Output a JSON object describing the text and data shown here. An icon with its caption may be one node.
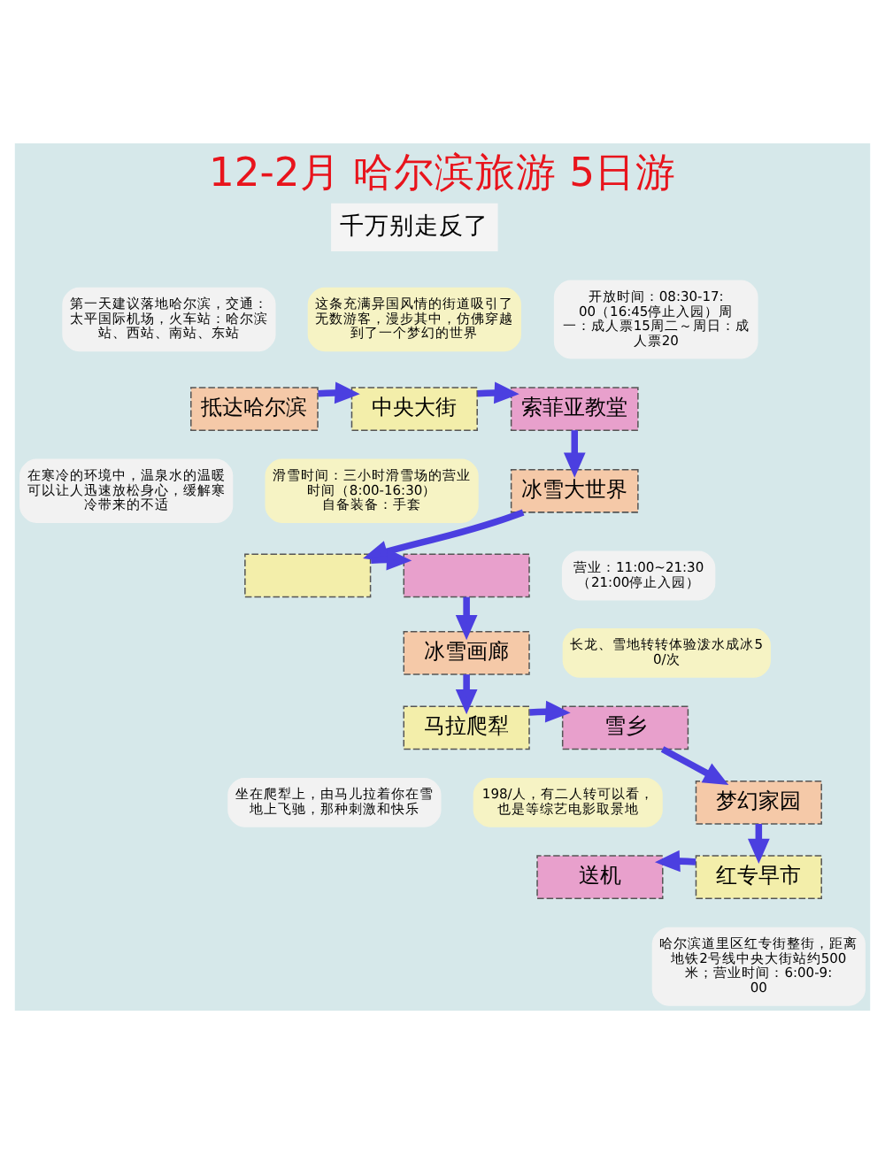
{
  "diagram": {
    "title": "12-2月 哈尔滨旅游 5日游",
    "nodes": [
      {
        "text": [
          "抵达哈尔滨"
        ]
      },
      {
        "text": [
          "中央大街"
        ]
      },
      {
        "text": [
          "索菲亚教堂"
        ]
      },
      {
        "text": [
          "冰雪大世界"
        ]
      },
      {
        "text": [],
        "shape": "box"
      },
      {
        "text": [],
        "shape": "box"
      },
      {
        "text": [
          "冰雪画廊"
        ]
      },
      {
        "text": [
          "马拉爬犁"
        ]
      },
      {
        "text": [
          "雪乡"
        ]
      },
      {
        "text": [
          "梦幻家园"
        ]
      },
      {
        "text": [
          "红专早市"
        ]
      },
      {
        "text": [
          "送机"
        ]
      },
      {
        "text": [
          "第一天建议落地哈尔滨，交通：太平国际机场，火车站：哈尔滨站、西站、南站、东站"
        ]
      },
      {
        "text": [
          "这条充满异国风情的街道吸引了无数游客，漫步其中，仿佛穿越到了一个梦幻的世界"
        ]
      },
      {
        "text": [
          "开放时间：08:30-17:00（16:45停止入园）周一：成人票15周二～周日：成人票20"
        ]
      },
      {
        "text": [
          "在寒冷的环境中，温泉水的温暖可以让人迅速放松身心，缓解寒冷带来的不适"
        ]
      },
      {
        "text": [
          "滑雪时间：三小时滑雪场的营业时间（8:00-16:30）自备装备：手套"
        ]
      },
      {
        "text": [
          "营业：11:00~21:30（21:00停止入园）"
        ]
      },
      {
        "text": [
          "长龙、雪地转转体验泼水成冰50/次"
        ]
      },
      {
        "text": [
          "坐在爬犁上，由马儿拉着你在雪地上飞驰，那种刺激和快乐"
        ]
      },
      {
        "text": [
          "198/人，有二人转可以看，也是等综艺电影取景地"
        ]
      },
      {
        "text": [
          "哈尔滨道里区红专街整街，距离地铁2号线中央大街站约500米；营业时间：6:00-9:00"
        ]
      }
    ],
    "edges": [
      {
        "from": 0,
        "to": 1,
        "arrow": "to"
      },
      {
        "from": 1,
        "to": 2,
        "arrow": "to"
      },
      {
        "from": 2,
        "to": 3,
        "arrow": "to"
      },
      {
        "from": 3,
        "to": 4,
        "arrow": "to"
      },
      {
        "from": 4,
        "to": 5,
        "arrow": "to"
      },
      {
        "from": 5,
        "to": 6,
        "arrow": "to"
      },
      {
        "from": 6,
        "to": 7,
        "arrow": "to"
      },
      {
        "from": 7,
        "to": 8,
        "arrow": "to"
      },
      {
        "from": 8,
        "to": 9,
        "arrow": "to"
      },
      {
        "from": 9,
        "to": 10,
        "arrow": "to"
      },
      {
        "from": 10,
        "to": 11,
        "arrow": "to"
      }
    ],
    "labels": [
      "千万别走反了"
    ]
  }
}
